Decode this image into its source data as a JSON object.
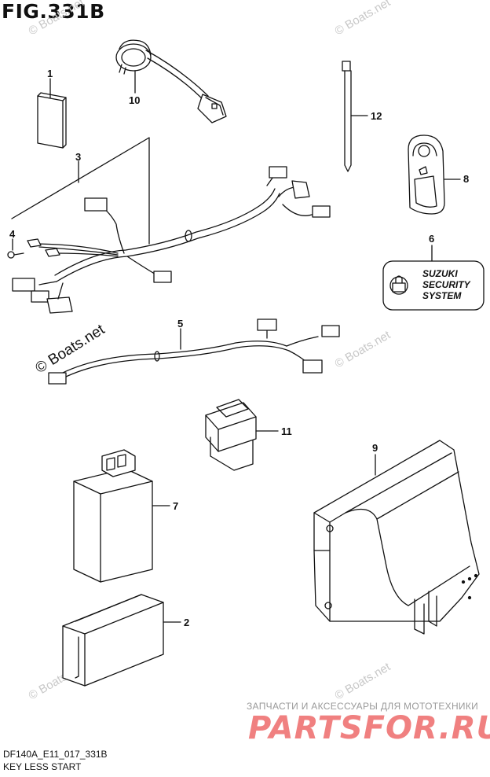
{
  "figure": {
    "title": "FIG.331B",
    "code": "DF140A_E11_017_331B",
    "subtitle": "KEY LESS START"
  },
  "callouts": [
    {
      "id": "1",
      "text": "1"
    },
    {
      "id": "2",
      "text": "2"
    },
    {
      "id": "3",
      "text": "3"
    },
    {
      "id": "4",
      "text": "4"
    },
    {
      "id": "5",
      "text": "5"
    },
    {
      "id": "6",
      "text": "6"
    },
    {
      "id": "7",
      "text": "7"
    },
    {
      "id": "8",
      "text": "8"
    },
    {
      "id": "9",
      "text": "9"
    },
    {
      "id": "10",
      "text": "10"
    },
    {
      "id": "11",
      "text": "11"
    },
    {
      "id": "12",
      "text": "12"
    }
  ],
  "security_label": {
    "line1": "SUZUKI",
    "line2": "SECURITY",
    "line3": "SYSTEM"
  },
  "watermarks": {
    "small": "© Boats.net",
    "large": "© Boats.net"
  },
  "promo": {
    "text": "ЗАПЧАСТИ И АКСЕССУАРЫ ДЛЯ МОТОТЕХНИКИ",
    "brand": "PARTSFOR.RU"
  }
}
